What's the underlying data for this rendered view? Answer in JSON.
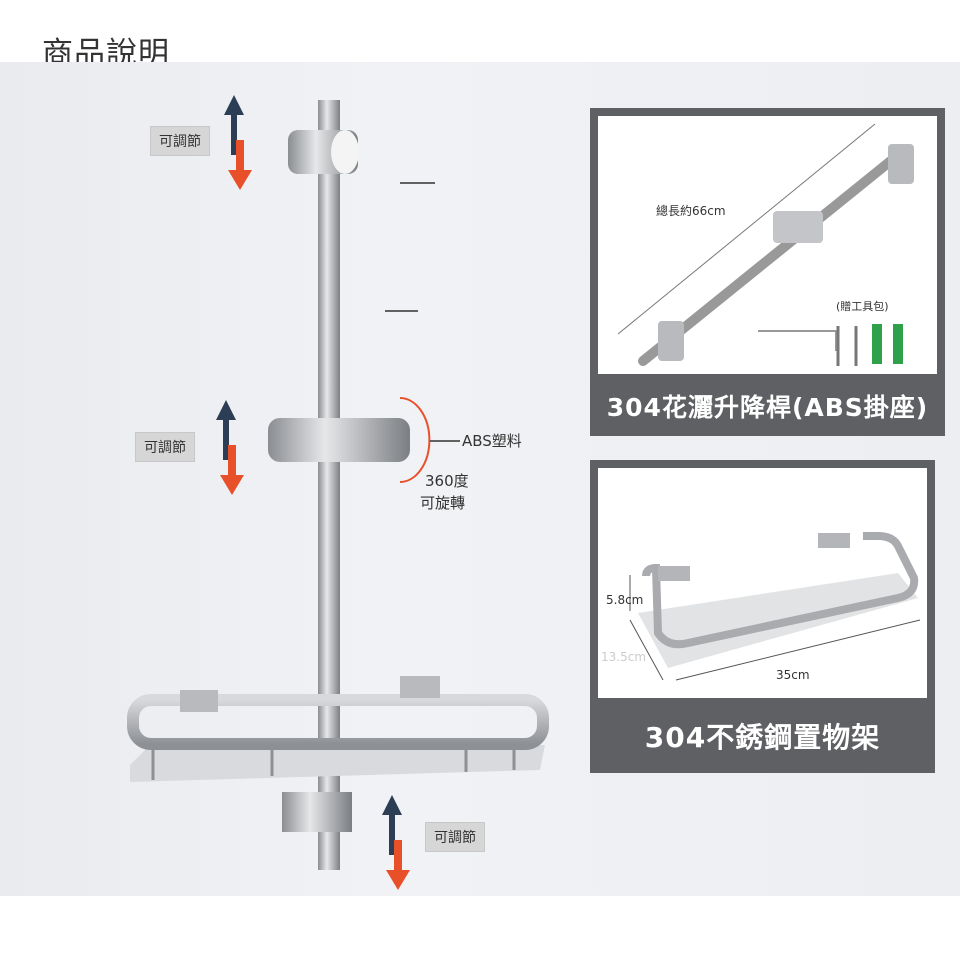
{
  "title": "商品說明",
  "left": {
    "adjust_labels": [
      "可調節",
      "可調節",
      "可調節"
    ],
    "abs_label": "ABS塑料",
    "rotate_label_1": "360度",
    "rotate_label_2": "可旋轉"
  },
  "panel_rod": {
    "length_label": "總長約66cm",
    "tools_label": "(贈工具包)",
    "caption": "304花灑升降桿(ABS掛座)"
  },
  "panel_shelf": {
    "height_label": "5.8cm",
    "depth_label": "13.5cm",
    "width_label": "35cm",
    "caption": "304不銹鋼置物架"
  },
  "colors": {
    "panel": "#5f6063",
    "arrow_up": "#2c3e55",
    "arrow_down": "#e8502a"
  }
}
